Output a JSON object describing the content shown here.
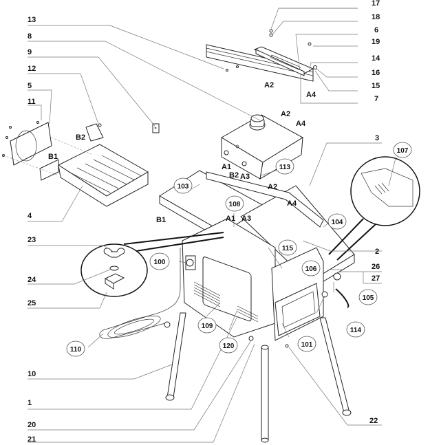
{
  "title": "Exploded parts diagram — planer/thicknesser on stand",
  "part_labels": [
    {
      "id": "label-17",
      "text": "17"
    },
    {
      "id": "label-18",
      "text": "18"
    },
    {
      "id": "label-6",
      "text": "6"
    },
    {
      "id": "label-19",
      "text": "19"
    },
    {
      "id": "label-14",
      "text": "14"
    },
    {
      "id": "label-16",
      "text": "16"
    },
    {
      "id": "label-15",
      "text": "15"
    },
    {
      "id": "label-7",
      "text": "7"
    },
    {
      "id": "label-13",
      "text": "13"
    },
    {
      "id": "label-8",
      "text": "8"
    },
    {
      "id": "label-9",
      "text": "9"
    },
    {
      "id": "label-12",
      "text": "12"
    },
    {
      "id": "label-5",
      "text": "5"
    },
    {
      "id": "label-11",
      "text": "11"
    },
    {
      "id": "label-4",
      "text": "4"
    },
    {
      "id": "label-3",
      "text": "3"
    },
    {
      "id": "label-2",
      "text": "2"
    },
    {
      "id": "label-26",
      "text": "26"
    },
    {
      "id": "label-27",
      "text": "27"
    },
    {
      "id": "label-23",
      "text": "23"
    },
    {
      "id": "label-24",
      "text": "24"
    },
    {
      "id": "label-25",
      "text": "25"
    },
    {
      "id": "label-10",
      "text": "10"
    },
    {
      "id": "label-1",
      "text": "1"
    },
    {
      "id": "label-20",
      "text": "20"
    },
    {
      "id": "label-21",
      "text": "21"
    },
    {
      "id": "label-22",
      "text": "22"
    }
  ],
  "bubble_labels": [
    {
      "id": "bubble-103",
      "text": "103"
    },
    {
      "id": "bubble-113",
      "text": "113"
    },
    {
      "id": "bubble-107",
      "text": "107"
    },
    {
      "id": "bubble-108",
      "text": "108"
    },
    {
      "id": "bubble-104",
      "text": "104"
    },
    {
      "id": "bubble-115",
      "text": "115"
    },
    {
      "id": "bubble-100",
      "text": "100"
    },
    {
      "id": "bubble-106",
      "text": "106"
    },
    {
      "id": "bubble-105",
      "text": "105"
    },
    {
      "id": "bubble-114",
      "text": "114"
    },
    {
      "id": "bubble-109",
      "text": "109"
    },
    {
      "id": "bubble-120",
      "text": "120"
    },
    {
      "id": "bubble-101",
      "text": "101"
    },
    {
      "id": "bubble-110",
      "text": "110"
    }
  ],
  "assembly_markers": [
    {
      "id": "marker-a2-fence",
      "text": "A2"
    },
    {
      "id": "marker-a4-fence",
      "text": "A4"
    },
    {
      "id": "marker-a2-guard",
      "text": "A2"
    },
    {
      "id": "marker-a4-guard",
      "text": "A4"
    },
    {
      "id": "marker-a1-guard",
      "text": "A1"
    },
    {
      "id": "marker-b2-guard",
      "text": "B2"
    },
    {
      "id": "marker-a3-guard",
      "text": "A3"
    },
    {
      "id": "marker-b2-chute",
      "text": "B2"
    },
    {
      "id": "marker-b1-chute",
      "text": "B1"
    },
    {
      "id": "marker-a2-body",
      "text": "A2"
    },
    {
      "id": "marker-a4-body",
      "text": "A4"
    },
    {
      "id": "marker-b1-body",
      "text": "B1"
    },
    {
      "id": "marker-a1-body",
      "text": "A1"
    },
    {
      "id": "marker-a3-body",
      "text": "A3"
    }
  ]
}
